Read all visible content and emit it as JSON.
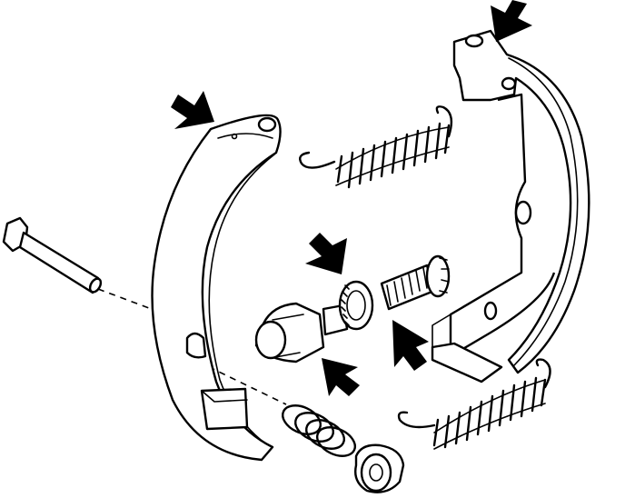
{
  "diagram": {
    "parts": [
      "left-brake-shoe",
      "right-brake-shoe",
      "upper-return-spring",
      "lower-return-spring",
      "hold-down-pin",
      "adjuster-socket",
      "adjuster-star-wheel",
      "adjuster-screw",
      "hold-down-spring",
      "hold-down-cup"
    ],
    "arrow_count": 5,
    "colors": {
      "line": "#000000",
      "background": "#ffffff"
    }
  }
}
